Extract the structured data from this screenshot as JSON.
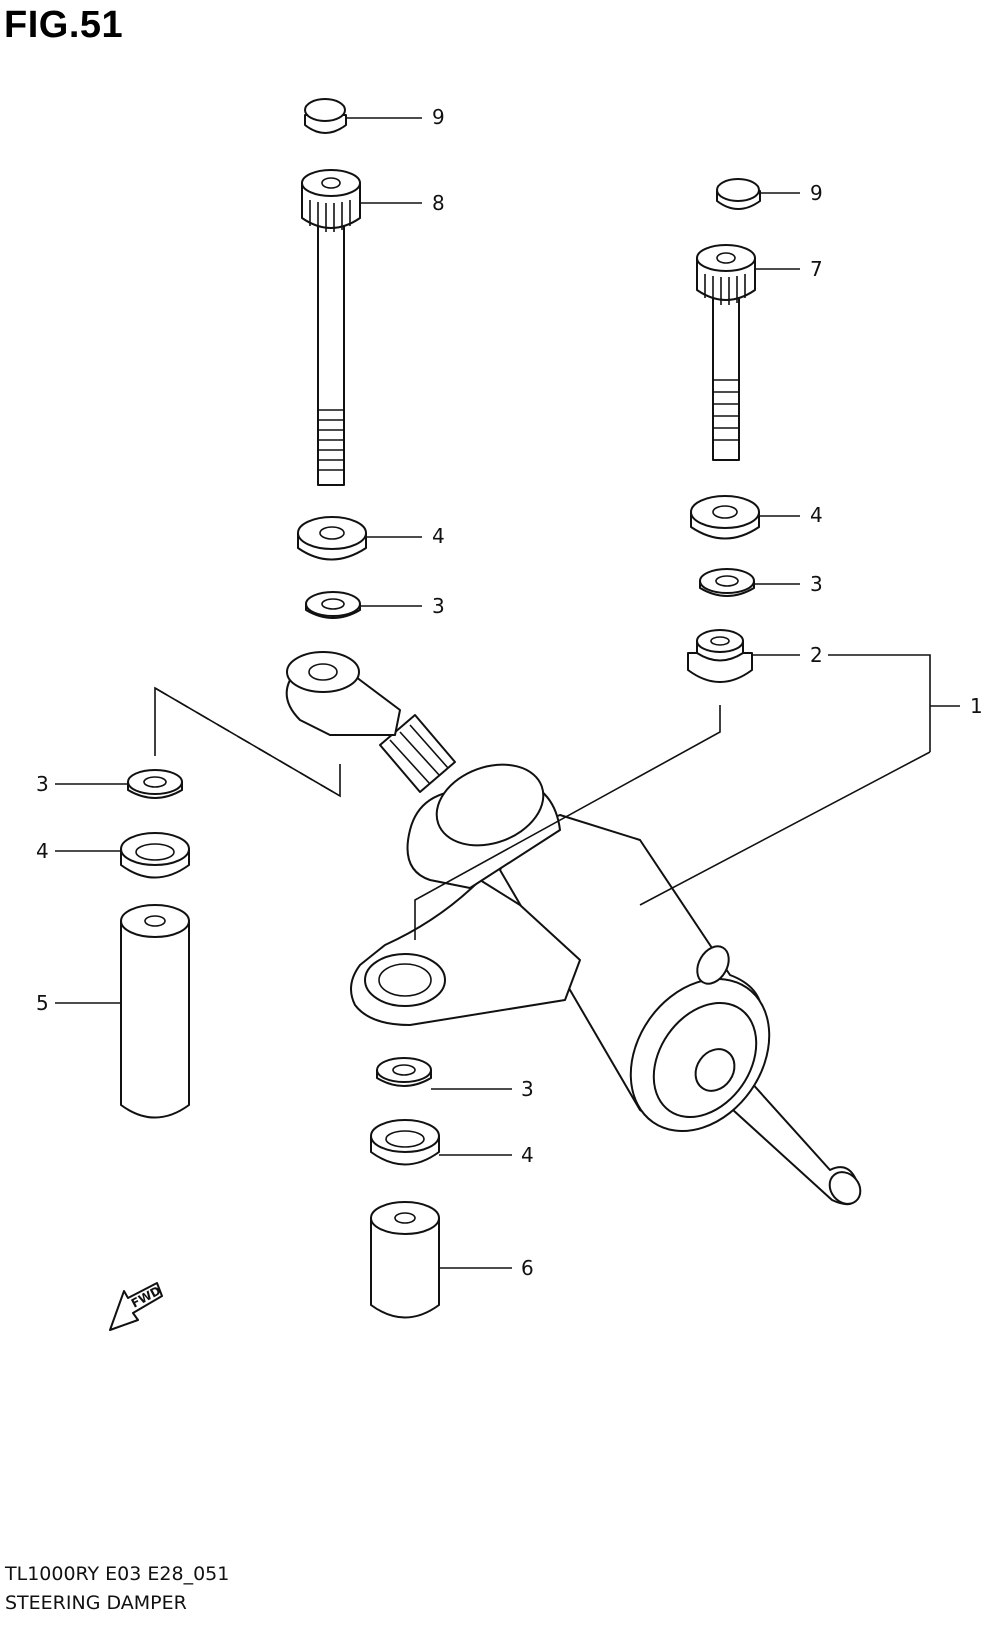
{
  "figure": {
    "title": "FIG.51"
  },
  "footer": {
    "code": "TL1000RY E03 E28_051",
    "name": "STEERING DAMPER"
  },
  "fwd_marker": {
    "label": "FWD"
  },
  "callouts": [
    {
      "id": "c-left-9",
      "label": "9"
    },
    {
      "id": "c-left-8",
      "label": "8"
    },
    {
      "id": "c-left-4",
      "label": "4"
    },
    {
      "id": "c-left-3",
      "label": "3"
    },
    {
      "id": "c-right-9",
      "label": "9"
    },
    {
      "id": "c-right-7",
      "label": "7"
    },
    {
      "id": "c-right-4",
      "label": "4"
    },
    {
      "id": "c-right-3",
      "label": "3"
    },
    {
      "id": "c-right-2",
      "label": "2"
    },
    {
      "id": "c-assembly-1",
      "label": "1"
    },
    {
      "id": "c-side-3",
      "label": "3"
    },
    {
      "id": "c-side-4",
      "label": "4"
    },
    {
      "id": "c-side-5",
      "label": "5"
    },
    {
      "id": "c-bottom-3",
      "label": "3"
    },
    {
      "id": "c-bottom-4",
      "label": "4"
    },
    {
      "id": "c-bottom-6",
      "label": "6"
    }
  ]
}
